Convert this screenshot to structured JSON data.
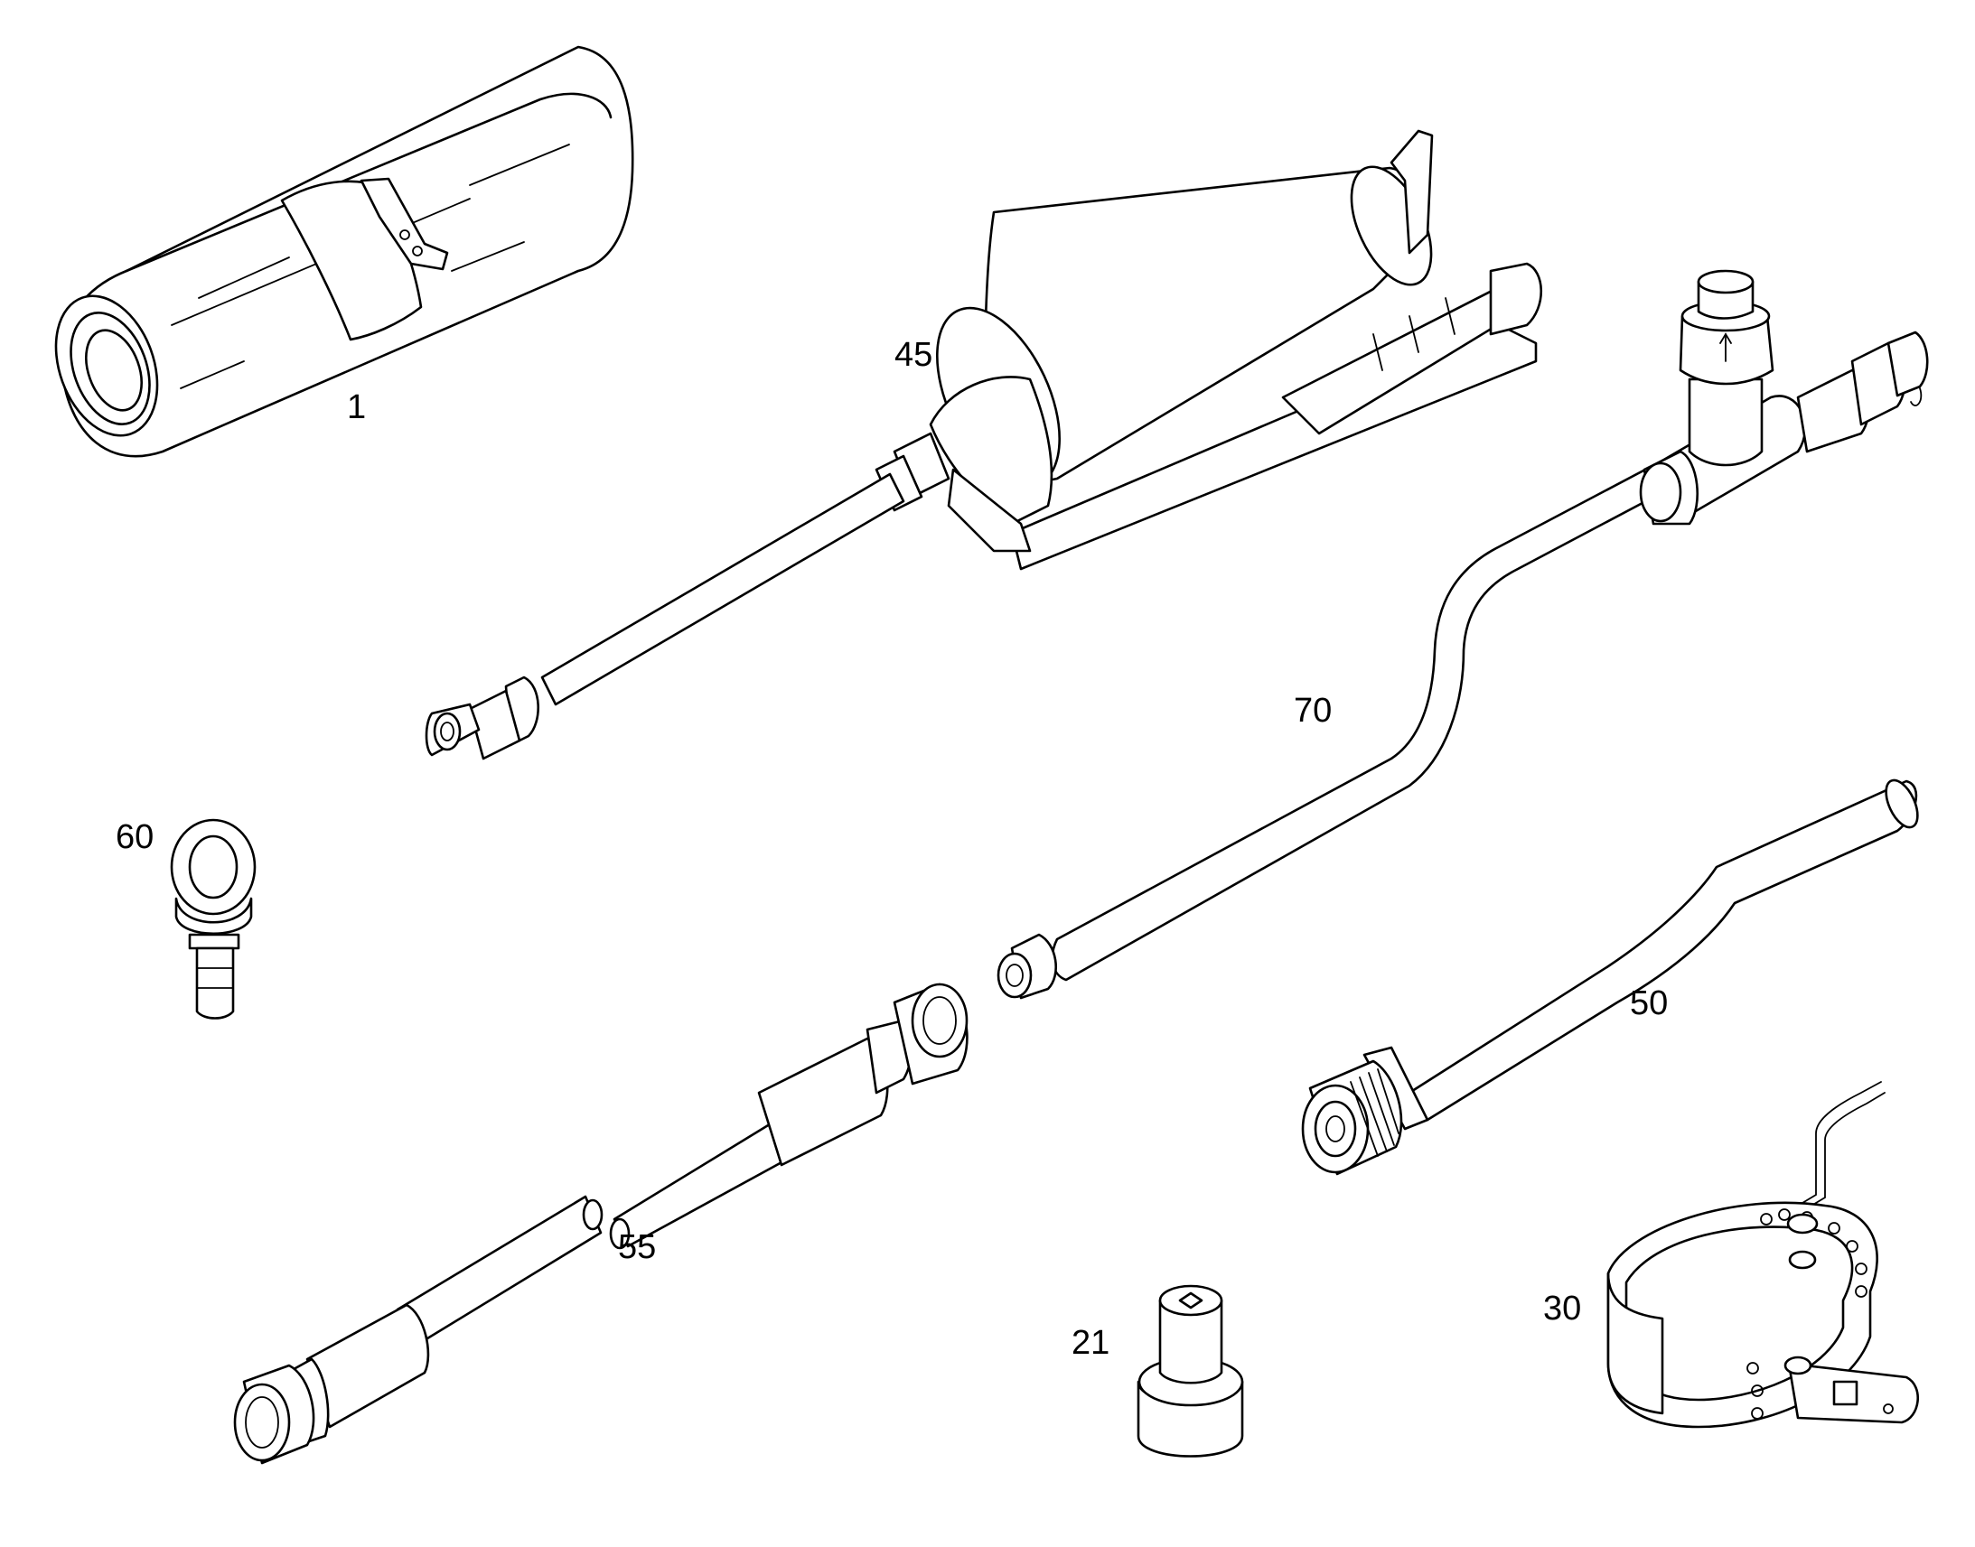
{
  "callouts": {
    "roll": "1",
    "grease_gun": "45",
    "hose_tee": "70",
    "eye_bolt": "60",
    "tube": "50",
    "hose": "55",
    "socket": "21",
    "band": "30"
  },
  "colors": {
    "line": "#000000",
    "background": "#ffffff"
  }
}
